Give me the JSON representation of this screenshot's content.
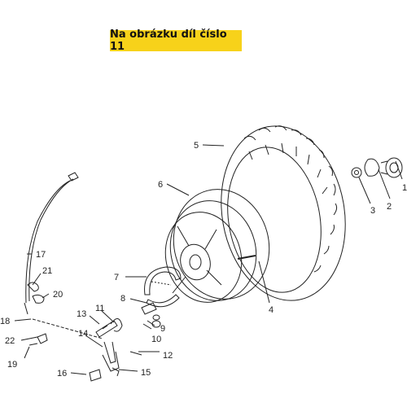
{
  "banner": {
    "text": "Na obrázku díl číslo 11"
  },
  "callouts": [
    "1",
    "2",
    "3",
    "4",
    "5",
    "6",
    "7",
    "8",
    "9",
    "10",
    "11",
    "12",
    "13",
    "14",
    "15",
    "16",
    "17",
    "18",
    "19",
    "20",
    "21",
    "22"
  ],
  "colors": {
    "banner": "#f7d21a",
    "line": "#222222"
  }
}
